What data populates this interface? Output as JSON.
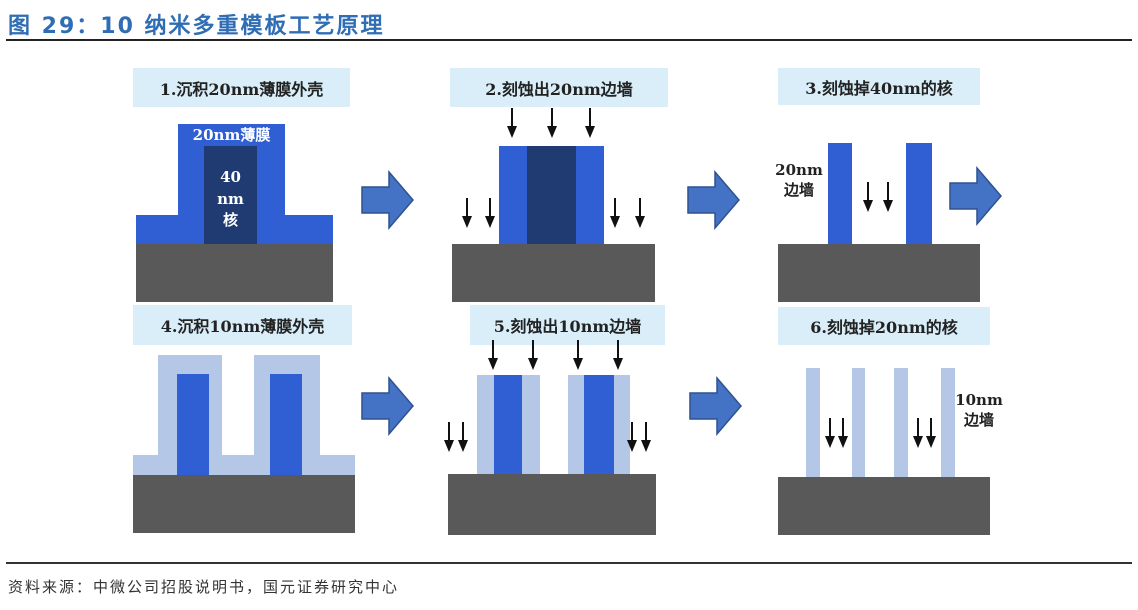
{
  "title": "图 29：10 纳米多重模板工艺原理",
  "source": "资料来源：中微公司招股说明书，国元证券研究中心",
  "steps": [
    {
      "label": "1.沉积20nm薄膜外壳",
      "film_label": "20nm薄膜",
      "core_label_1": "40",
      "core_label_2": "nm",
      "core_label_3": "核"
    },
    {
      "label": "2.刻蚀出20nm边墙"
    },
    {
      "label": "3.刻蚀掉40nm的核",
      "wall_label_1": "20nm",
      "wall_label_2": "边墙"
    },
    {
      "label": "4.沉积10nm薄膜外壳"
    },
    {
      "label": "5.刻蚀出10nm边墙"
    },
    {
      "label": "6.刻蚀掉20nm的核",
      "wall_label_1": "10nm",
      "wall_label_2": "边墙"
    }
  ],
  "colors": {
    "film": "#2f5fd3",
    "core": "#1f3b72",
    "substrate": "#595959",
    "thin_film": "#b4c7e7",
    "label_bg": "#d9eef9",
    "arrow": "#4472c4"
  }
}
